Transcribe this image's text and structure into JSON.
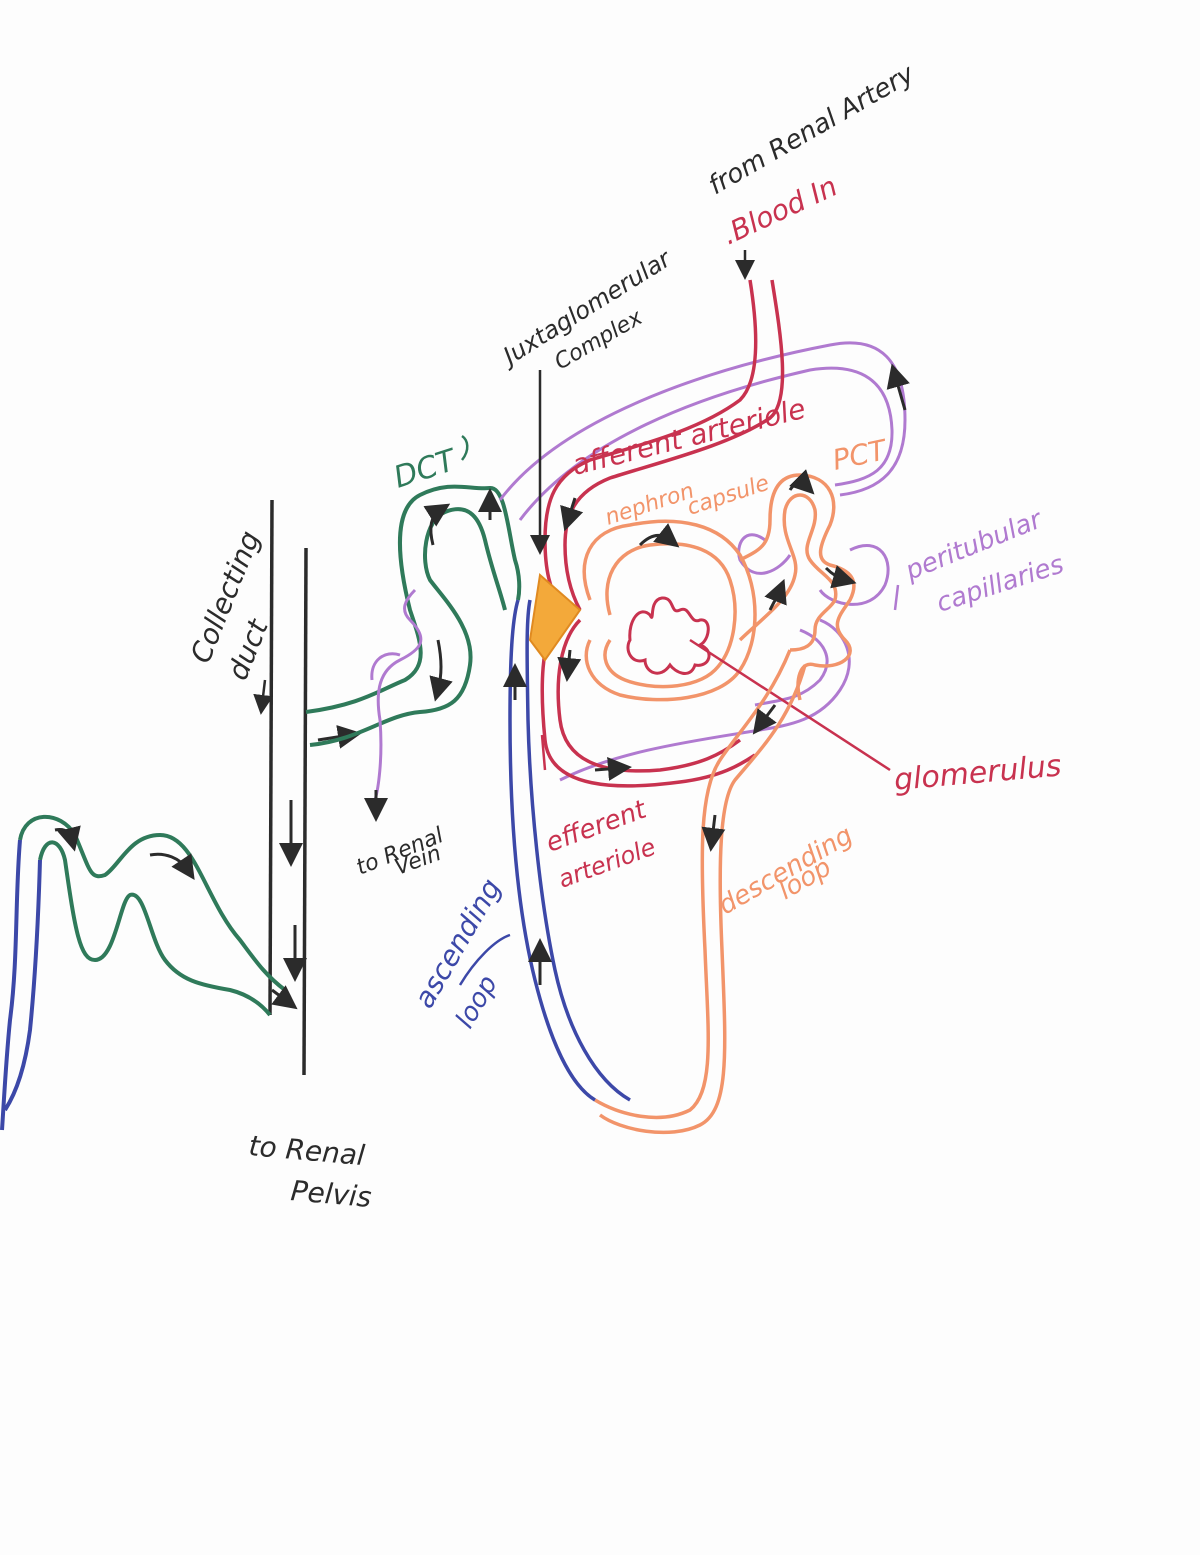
{
  "colors": {
    "ink": "#2b2b2b",
    "blood": "#c8324f",
    "filtrate": "#f2946a",
    "dct": "#2f7a5a",
    "ascending": "#3c48a8",
    "capillary": "#b07ad0",
    "jga": "#f3a93a"
  },
  "labels": {
    "from_renal_artery": "from Renal Artery",
    "blood_in": ".Blood In",
    "juxtaglomerular_1": "Juxtaglomerular",
    "juxtaglomerular_2": "Complex",
    "afferent_arteriole": "afferent arteriole",
    "pct": "PCT",
    "dct": "DCT",
    "nephron_capsule_1": "nephron",
    "nephron_capsule_2": "capsule",
    "peritubular_1": "peritubular",
    "peritubular_2": "capillaries",
    "collecting_duct_1": "Collecting",
    "collecting_duct_2": "duct",
    "to_renal_vein_1": "to Renal",
    "to_renal_vein_2": "Vein",
    "efferent_arteriole_1": "efferent",
    "efferent_arteriole_2": "arteriole",
    "glomerulus": "glomerulus",
    "descending_loop_1": "descending",
    "descending_loop_2": "loop",
    "ascending_loop_1": "ascending",
    "ascending_loop_2": "loop",
    "to_renal_pelvis_1": "to Renal",
    "to_renal_pelvis_2": "Pelvis"
  }
}
